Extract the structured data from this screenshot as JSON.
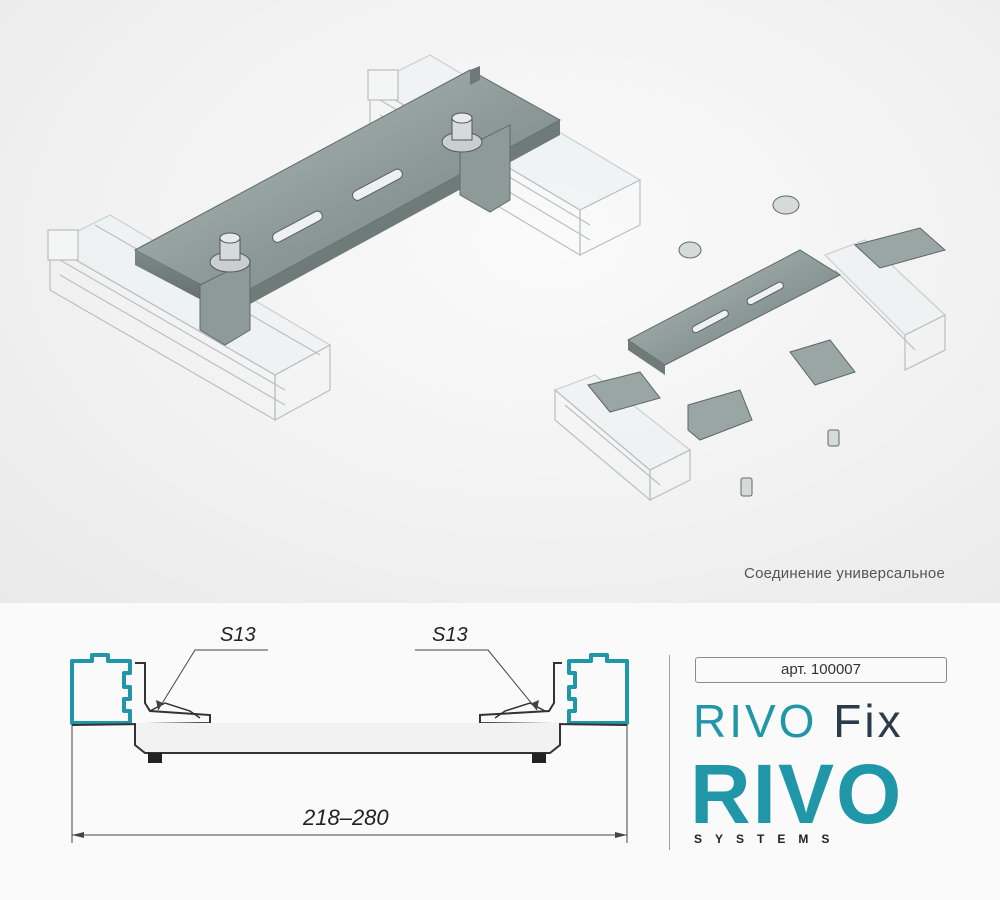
{
  "caption": "Соединение универсальное",
  "article": "арт. 100007",
  "product": {
    "name": "RIVO",
    "variant": "Fix"
  },
  "brand": {
    "name": "RIVO",
    "subtitle": "SYSTEMS"
  },
  "drawing": {
    "callout_left": "S13",
    "callout_right": "S13",
    "dimension": "218–280"
  },
  "colors": {
    "accent": "#1f97a8",
    "dark": "#2c3b4b",
    "steel": "#8f9c99"
  }
}
